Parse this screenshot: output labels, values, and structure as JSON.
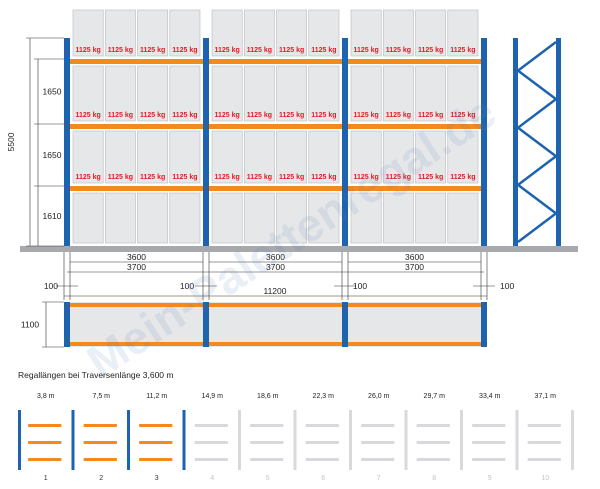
{
  "watermark": "Mein-Palettenregal.de",
  "load_label": "1125 kg",
  "heights": {
    "total": "5500",
    "levels": [
      "1650",
      "1650",
      "1610"
    ]
  },
  "front_dims": {
    "beam_lengths": [
      "3600",
      "3600",
      "3600"
    ],
    "bay_widths": [
      "3700",
      "3700",
      "3700"
    ],
    "gaps": [
      "100",
      "100",
      "100",
      "100"
    ],
    "total_length": "11200"
  },
  "depth": "1100",
  "caption": "Regallängen bei Traversenlänge 3,600 m",
  "length_scale": {
    "lengths": [
      "3,8 m",
      "7,5 m",
      "11,2 m",
      "14,9 m",
      "18,6 m",
      "22,3 m",
      "26,0 m",
      "29,7 m",
      "33,4 m",
      "37,1 m"
    ],
    "numbers": [
      "1",
      "2",
      "3",
      "4",
      "5",
      "6",
      "7",
      "8",
      "9",
      "10"
    ],
    "active_count": 3
  },
  "colors": {
    "upright": "#1e63b0",
    "beam": "#f28a1e",
    "pallet": "#e6e7e9",
    "load_text": "#e21b23",
    "floor": "#a7a9ac",
    "inactive": "#d7d9dc"
  }
}
